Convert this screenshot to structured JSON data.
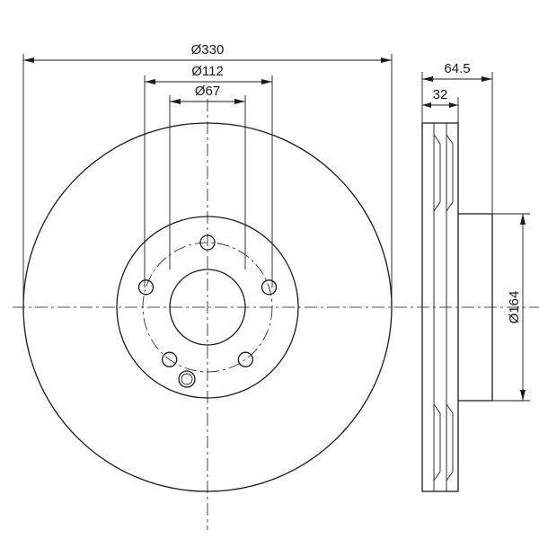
{
  "front_view": {
    "dimensions": {
      "outer_diameter": "Ø330",
      "bolt_circle_diameter": "Ø112",
      "center_bore_diameter": "Ø67"
    },
    "bolt_hole_count": 5
  },
  "side_view": {
    "dimensions": {
      "overall_height": "64.5",
      "disc_thickness": "32",
      "hat_diameter": "Ø164"
    }
  }
}
